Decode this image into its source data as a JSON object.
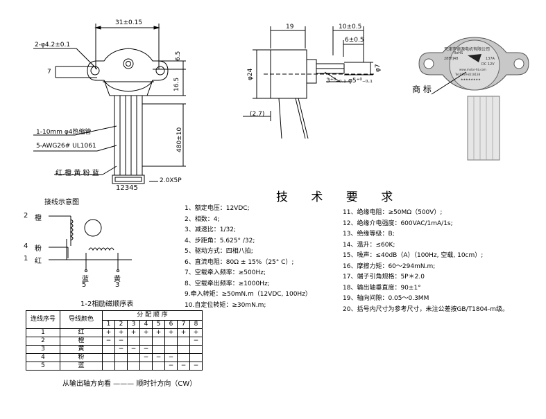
{
  "drawing_left": {
    "dim_top": "31±0.15",
    "hole_label": "2-φ4.2±0.1",
    "dim_7": "7",
    "dim_6_5": "6.5",
    "dim_16_5": "16.5",
    "dim_480": "480±10",
    "heat_shrink": "1-10mm  φ4热缩管",
    "wire_spec": "5-AWG26# UL1061",
    "colors": "红.橙.黄.粉.蓝",
    "pin_numbers": "12345",
    "connector": "2.0X5P"
  },
  "drawing_mid": {
    "dim_19": "19",
    "dim_10": "10±0.5",
    "dim_6": "6±0.5",
    "dim_d24": "φ24",
    "dim_d7": "φ7",
    "dim_3": "3⁺⁰₋₀.₁",
    "dim_5": "φ5⁺⁰₋₀.₁",
    "dim_2_7": "(2.7)"
  },
  "photo": {
    "brand_text": "天津市德源电机有限公司",
    "rohs": "RoHS",
    "model": "28BYJ48",
    "voltage": "DC 12V",
    "code": "137A",
    "website": "www.motor-hb.com",
    "tel": "Tel:0769-8218138",
    "stars": "★★★★★★★★",
    "label_trademark": "商 标"
  },
  "wiring": {
    "title": "接线示意图",
    "pin2_num": "2",
    "pin2_color": "橙",
    "pin4_num": "4",
    "pin4_color": "粉",
    "pin1_num": "1",
    "pin1_color": "红",
    "blue_label": "蓝",
    "blue_num": "5",
    "yellow_label": "黄",
    "yellow_num": "3"
  },
  "table": {
    "caption": "1-2相励磁顺序表",
    "col_seq": "连线序号",
    "col_color": "导线颜色",
    "col_dist": "分 配 顺 序",
    "steps": [
      "1",
      "2",
      "3",
      "4",
      "5",
      "6",
      "7",
      "8"
    ],
    "rows": [
      {
        "seq": "1",
        "color": "红",
        "cells": [
          "+",
          "+",
          "+",
          "+",
          "+",
          "+",
          "+",
          "+"
        ]
      },
      {
        "seq": "2",
        "color": "橙",
        "cells": [
          "−",
          "−",
          "",
          "",
          "",
          "",
          "",
          "−"
        ]
      },
      {
        "seq": "3",
        "color": "黄",
        "cells": [
          "",
          "−",
          "−",
          "−",
          "",
          "",
          "",
          ""
        ]
      },
      {
        "seq": "4",
        "color": "粉",
        "cells": [
          "",
          "",
          "",
          "−",
          "−",
          "−",
          "",
          ""
        ]
      },
      {
        "seq": "5",
        "color": "蓝",
        "cells": [
          "",
          "",
          "",
          "",
          "",
          "−",
          "−",
          "−"
        ]
      }
    ],
    "footer": "从输出轴方向看 ——— 顺时针方向（CW）"
  },
  "specs": {
    "title": "技 术 要 求",
    "left": [
      "1、额定电压：12VDC;",
      "2、相数：4;",
      "3、减速比：1/32;",
      "4、步距角：5.625° /32;",
      "5、驱动方式：四相八拍;",
      "6、直流电阻：80Ω ± 15%（25° C）;",
      "7、空载牵入频率：≥500Hz;",
      "8、空载牵出频率：≥1000Hz;",
      "9.牵入转矩：≥50mN.m（12VDC, 100Hz）",
      "10.自定位转矩：≥30mN.m;"
    ],
    "right": [
      "11、绝缘电阻：≥50MΩ（500V）;",
      "12、绝缘介电强度：600VAC/1mA/1s;",
      "13、绝缘等级：B;",
      "14、温升：≤60K;",
      "15、噪声：≤40dB（A）（100Hz, 空载, 10cm）;",
      "16、摩擦力矩：60～294mN.m;",
      "17、端子引角规格：5P＊2.0",
      "18、输出轴垂直度：90±1°",
      "19、轴向间隙：0.05～0.3MM",
      "20、括号内尺寸为参考尺寸，未注公差按GB/T1804-m级。"
    ]
  }
}
